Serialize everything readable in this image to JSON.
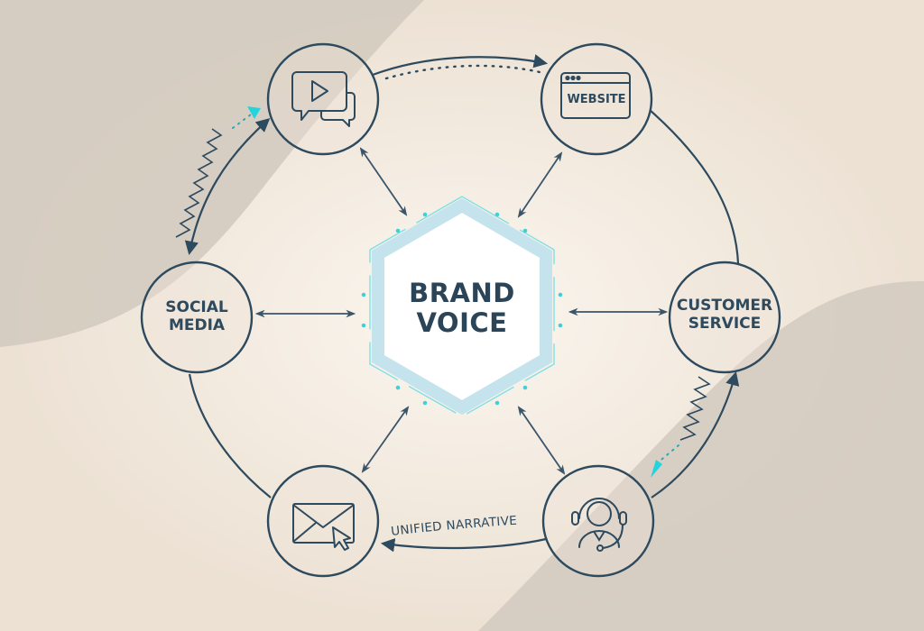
{
  "diagram": {
    "center": {
      "line1": "BRAND",
      "line2": "VOICE"
    },
    "nodes": {
      "video_chat": {
        "icon": "video-chat-icon"
      },
      "website": {
        "icon": "browser-window-icon",
        "label": "WEBSITE"
      },
      "social_media": {
        "line1": "SOCIAL",
        "line2": "MEDIA"
      },
      "customer_service": {
        "line1": "CUSTOMER",
        "line2": "SERVICE"
      },
      "email": {
        "icon": "email-cursor-icon"
      },
      "support_agent": {
        "icon": "headset-agent-icon"
      }
    },
    "curve_label": "UNIFIED NARRATIVE",
    "colors": {
      "stroke": "#2d4a5e",
      "accent": "#3fd0d8",
      "hex_fill": "#ffffff",
      "hex_border": "#bfe0ea",
      "background_light": "#efe4d6",
      "background_shade": "#d3cbc1"
    }
  }
}
